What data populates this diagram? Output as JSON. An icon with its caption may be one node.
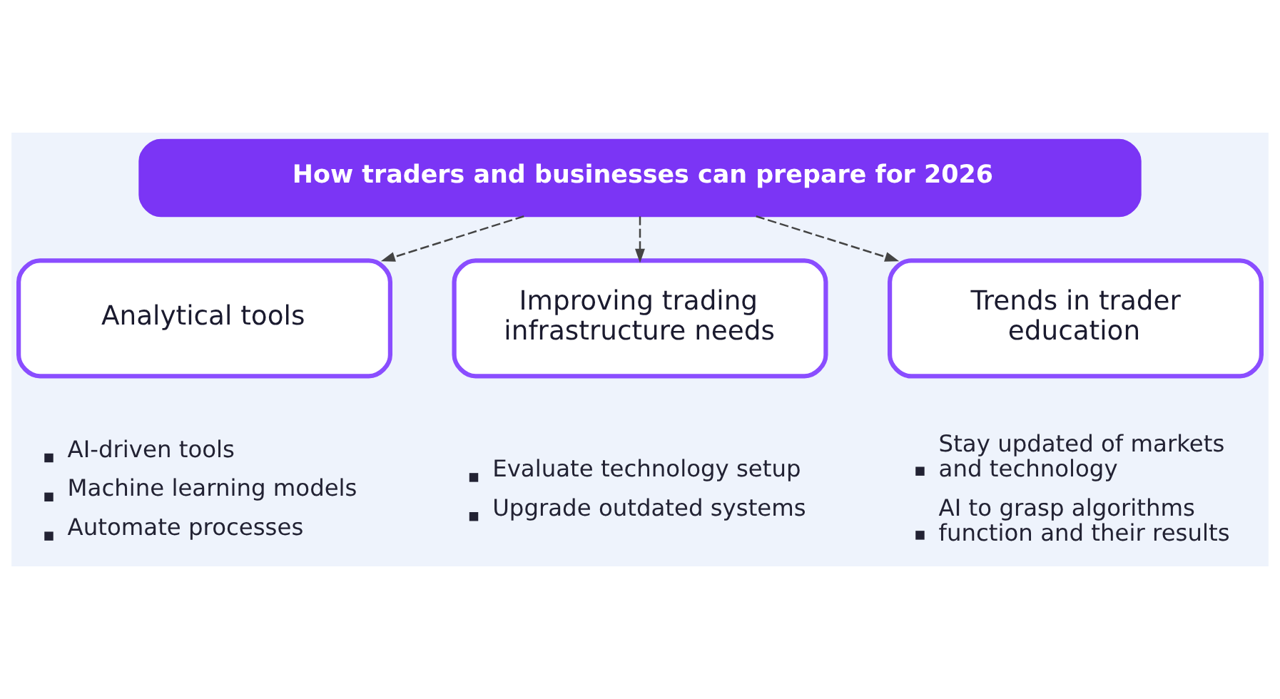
{
  "diagram": {
    "nodes": [
      {
        "text": [
          "How traders and businesses can prepare for 2026"
        ]
      },
      {
        "text": [
          "Analytical tools"
        ],
        "beside": [
          "AI-driven tools",
          "Machine learning models",
          "Automate processes"
        ]
      },
      {
        "text": [
          "Improving trading infrastructure needs"
        ],
        "beside": [
          "Evaluate technology setup",
          "Upgrade outdated systems"
        ]
      },
      {
        "text": [
          "Trends in trader education"
        ],
        "beside": [
          "Stay updated of markets and technology",
          "AI to grasp algorithms function and their results"
        ]
      }
    ],
    "edges": [
      {
        "from": 0,
        "to": 1,
        "arrow": "to",
        "style": "dashed"
      },
      {
        "from": 0,
        "to": 2,
        "arrow": "to",
        "style": "dashed"
      },
      {
        "from": 0,
        "to": 3,
        "arrow": "to",
        "style": "dashed"
      }
    ]
  }
}
